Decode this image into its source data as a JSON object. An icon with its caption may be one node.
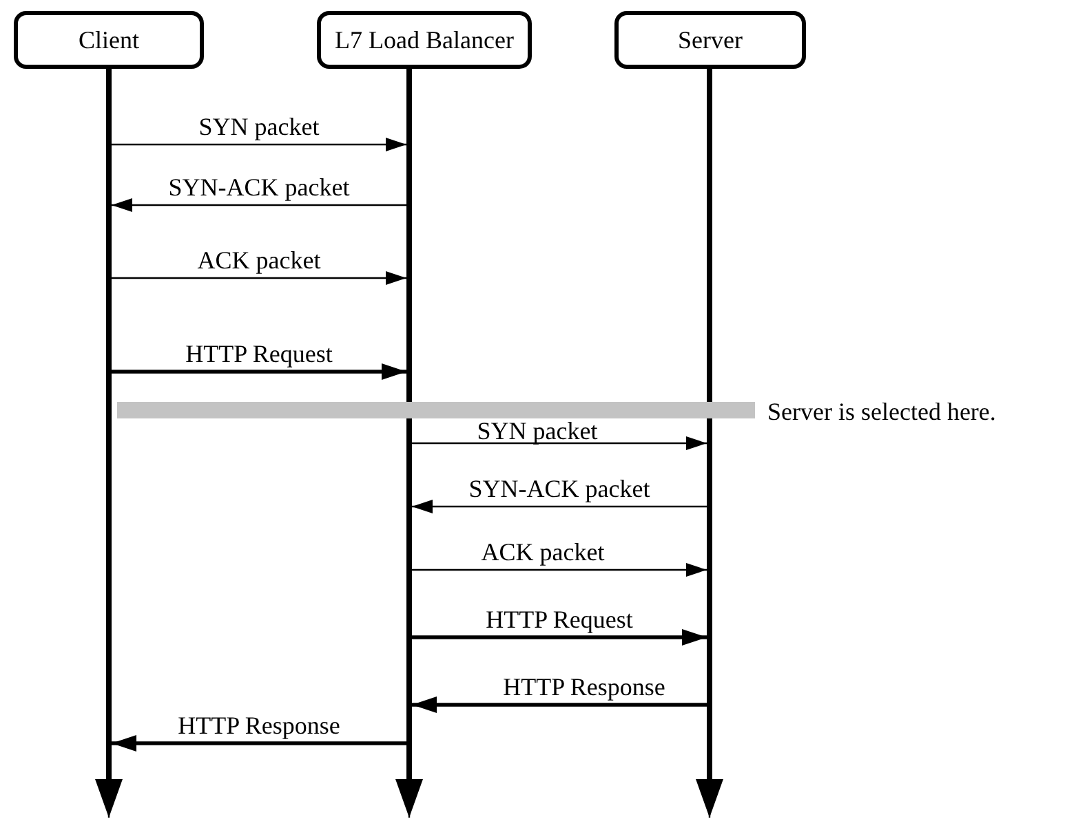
{
  "diagram": {
    "nodes": [
      {
        "text": [
          "Client"
        ]
      },
      {
        "text": [
          "L7 Load Balancer"
        ]
      },
      {
        "text": [
          "Server"
        ]
      },
      {
        "text": [],
        "shape": "bar"
      },
      {
        "text": [],
        "shape": "bar"
      },
      {
        "text": [],
        "shape": "bar"
      },
      {
        "text": [],
        "shape": "bar",
        "beside": [
          "Server is selected here."
        ]
      }
    ],
    "edges": [
      {
        "from": 3,
        "to": null,
        "arrow": "to"
      },
      {
        "from": 4,
        "to": null,
        "arrow": "to"
      },
      {
        "from": 5,
        "to": null,
        "arrow": "to"
      },
      {
        "from": 3,
        "to": 4,
        "arrow": "to",
        "label": "SYN packet"
      },
      {
        "from": 4,
        "to": 3,
        "arrow": "to",
        "label": "SYN-ACK packet"
      },
      {
        "from": 3,
        "to": 4,
        "arrow": "to",
        "label": "ACK packet"
      },
      {
        "from": 3,
        "to": 4,
        "arrow": "to",
        "label": "HTTP Request",
        "style": "thick"
      },
      {
        "from": 4,
        "to": 5,
        "arrow": "to",
        "label": "SYN packet"
      },
      {
        "from": 5,
        "to": 4,
        "arrow": "to",
        "label": "SYN-ACK packet"
      },
      {
        "from": 4,
        "to": 5,
        "arrow": "to",
        "label": "ACK packet"
      },
      {
        "from": 4,
        "to": 5,
        "arrow": "to",
        "label": "HTTP Request",
        "style": "thick"
      },
      {
        "from": 5,
        "to": 4,
        "arrow": "to",
        "label": "HTTP Response",
        "style": "thick"
      },
      {
        "from": 4,
        "to": 3,
        "arrow": "to",
        "label": "HTTP Response",
        "style": "thick"
      }
    ]
  }
}
